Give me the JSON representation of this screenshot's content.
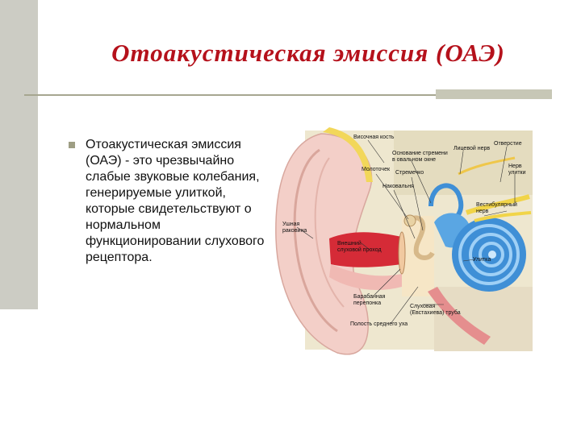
{
  "slide": {
    "title": "Отоакустическая эмиссия (ОАЭ)",
    "body": "Отоакустическая эмиссия (ОАЭ) - это чрезвычайно слабые звуковые колебания, генерируемые улиткой, которые свидетельствуют о нормальном функционировании слухового рецептора."
  },
  "figure": {
    "labels": {
      "temporal_bone": "Височная кость",
      "stapes_base": "Основание стремени",
      "oval_window": "в овальном окне",
      "facial_nerve": "Лицевой нерв",
      "opening": "Отверстие",
      "malleus": "Молоточек",
      "stapes": "Стремечко",
      "incus": "Наковальня",
      "nerves": "Нерв",
      "nerves_2": "улитки",
      "vestibular_nerve": "Вестибулярный",
      "vestibular_nerve_2": "нерв",
      "auricle": "Ушная",
      "auricle_2": "раковина",
      "ear_canal": "Внешний",
      "ear_canal_2": "слуховой проход",
      "cochlea": "Улитка",
      "eardrum": "Барабанная",
      "eardrum_2": "перепонка",
      "eustachian": "Слуховая",
      "eustachian_2": "(Евстахиева) труба",
      "middle_ear": "Полость среднего уха"
    }
  },
  "colors": {
    "title": "#b5111b",
    "left_bar": "#ccccc4",
    "rule": "#a6a690",
    "bullet": "#9e9e84",
    "skin": "#f5d2cc",
    "canal": "#d9303a",
    "cochlea": "#3f8fd6",
    "bone": "#e9e2c8"
  }
}
